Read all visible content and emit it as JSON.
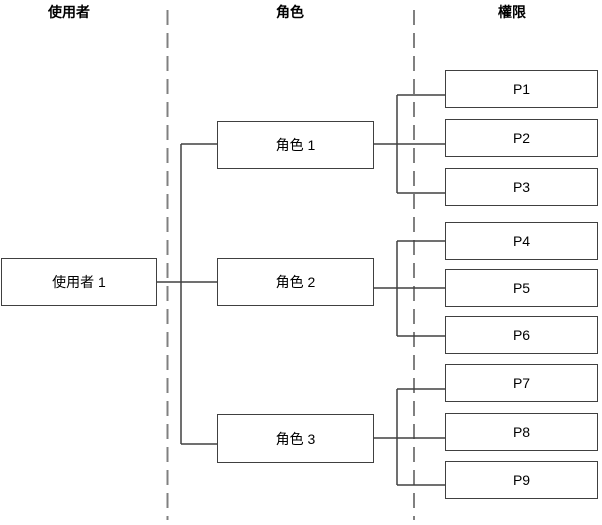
{
  "columns": [
    {
      "id": "users",
      "label": "使用者"
    },
    {
      "id": "roles",
      "label": "角色"
    },
    {
      "id": "permissions",
      "label": "權限"
    }
  ],
  "nodes": {
    "user1": {
      "label": "使用者 1",
      "column": "users"
    },
    "role1": {
      "label": "角色 1",
      "column": "roles"
    },
    "role2": {
      "label": "角色 2",
      "column": "roles"
    },
    "role3": {
      "label": "角色 3",
      "column": "roles"
    },
    "p1": {
      "label": "P1",
      "column": "permissions"
    },
    "p2": {
      "label": "P2",
      "column": "permissions"
    },
    "p3": {
      "label": "P3",
      "column": "permissions"
    },
    "p4": {
      "label": "P4",
      "column": "permissions"
    },
    "p5": {
      "label": "P5",
      "column": "permissions"
    },
    "p6": {
      "label": "P6",
      "column": "permissions"
    },
    "p7": {
      "label": "P7",
      "column": "permissions"
    },
    "p8": {
      "label": "P8",
      "column": "permissions"
    },
    "p9": {
      "label": "P9",
      "column": "permissions"
    }
  },
  "edges": [
    {
      "from": "user1",
      "to": "role1"
    },
    {
      "from": "user1",
      "to": "role2"
    },
    {
      "from": "user1",
      "to": "role3"
    },
    {
      "from": "role1",
      "to": "p1"
    },
    {
      "from": "role1",
      "to": "p2"
    },
    {
      "from": "role1",
      "to": "p3"
    },
    {
      "from": "role2",
      "to": "p4"
    },
    {
      "from": "role2",
      "to": "p5"
    },
    {
      "from": "role2",
      "to": "p6"
    },
    {
      "from": "role3",
      "to": "p7"
    },
    {
      "from": "role3",
      "to": "p8"
    },
    {
      "from": "role3",
      "to": "p9"
    }
  ],
  "colors": {
    "line": "#404040",
    "dashed": "#808080",
    "box_bg": "#ffffff",
    "text": "#000000"
  }
}
